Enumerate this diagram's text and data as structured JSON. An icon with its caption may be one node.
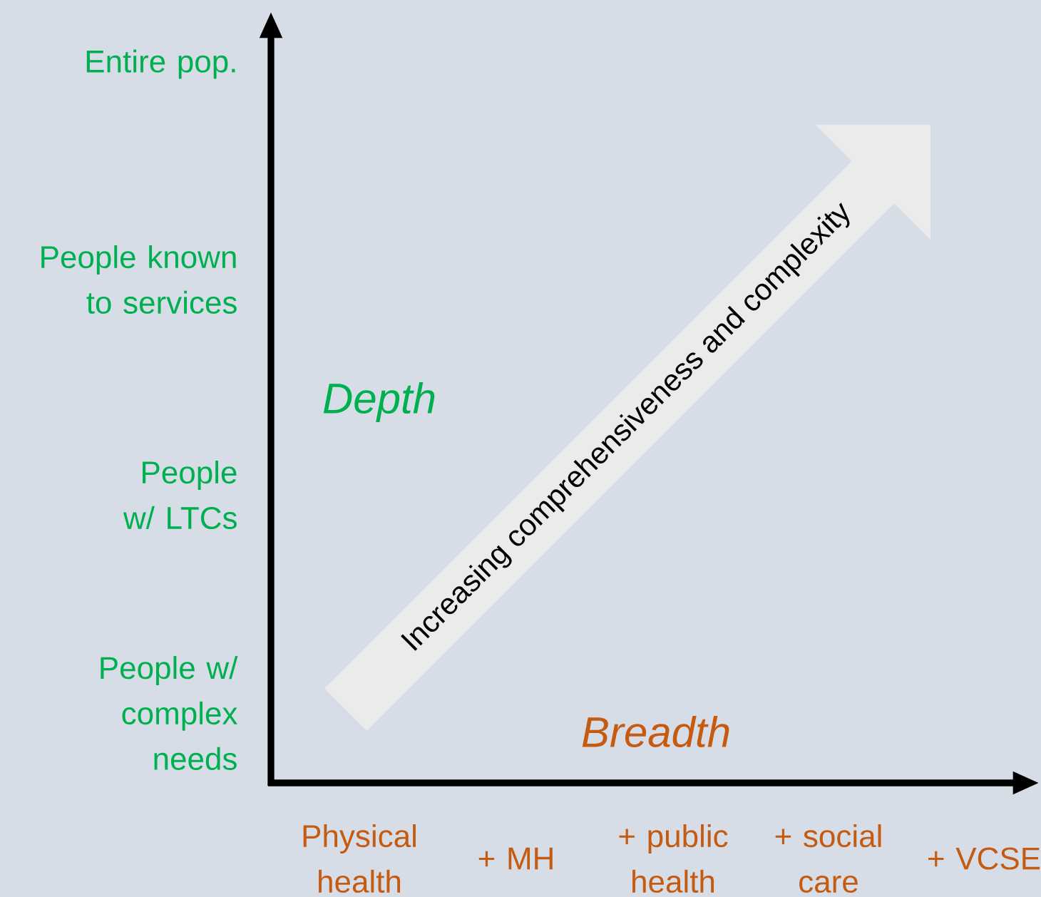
{
  "diagram": {
    "nodes": [
      {
        "text": [
          "Increasing comprehensiveness and complexity"
        ]
      }
    ],
    "labels": [
      "Entire pop.",
      "People known to services",
      "People w/ LTCs",
      "People w/ complex needs",
      "Depth",
      "Breadth",
      "Physical health",
      "+ MH",
      "+ public health",
      "+ social care",
      "+ VCSE"
    ]
  }
}
